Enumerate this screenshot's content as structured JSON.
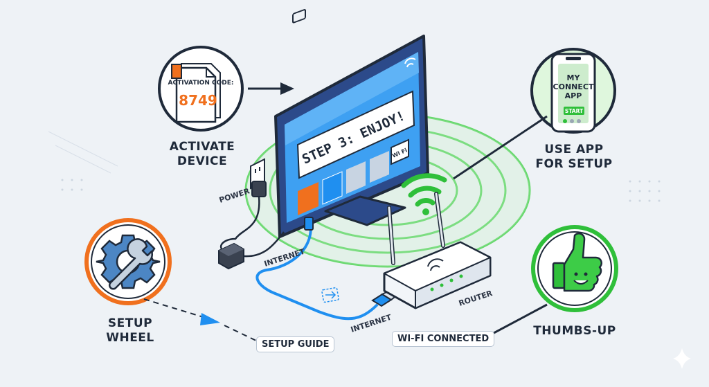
{
  "activation": {
    "doc_title": "ACTIVATION CODE:",
    "code": "8749",
    "label_line1": "ACTIVATE",
    "label_line2": "DEVICE"
  },
  "phone": {
    "app_line1": "MY",
    "app_line2": "CONNECT",
    "app_line3": "APP",
    "start_label": "START",
    "label_line1": "USE APP",
    "label_line2": "FOR SETUP"
  },
  "tv": {
    "screen_text": "STEP 3: ENJOY!",
    "badge_text": "Wi Fi"
  },
  "labels": {
    "power": "POWER",
    "internet_upper": "INTERNET",
    "internet_lower": "INTERNET",
    "router": "ROUTER",
    "setup_wheel": "SETUP WHEEL",
    "setup_guide": "SETUP GUIDE",
    "wifi_connected": "WI-FI CONNECTED",
    "thumbs_up": "THUMBS-UP"
  },
  "colors": {
    "blue": "#1f8ff0",
    "green": "#2fbf3a",
    "orange": "#f0701e",
    "navy": "#1f2a3a"
  }
}
